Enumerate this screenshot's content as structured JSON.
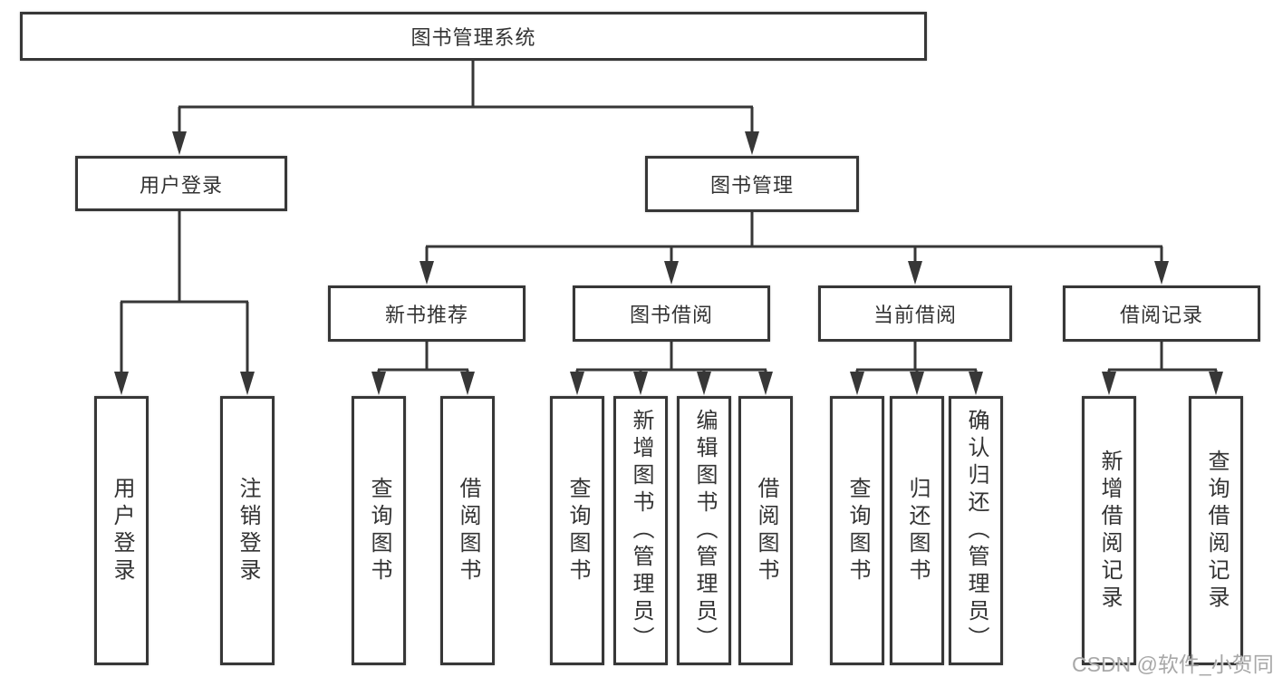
{
  "diagram": {
    "colors": {
      "line": "#373737",
      "text": "#333333",
      "box_fill": "#ffffff",
      "watermark": "#a8a8a8",
      "background": "#ffffff"
    },
    "root": {
      "label": "图书管理系统"
    },
    "level2": [
      {
        "label": "用户登录"
      },
      {
        "label": "图书管理"
      }
    ],
    "level3": [
      {
        "label": "新书推荐",
        "parent": "图书管理"
      },
      {
        "label": "图书借阅",
        "parent": "图书管理"
      },
      {
        "label": "当前借阅",
        "parent": "图书管理"
      },
      {
        "label": "借阅记录",
        "parent": "图书管理"
      }
    ],
    "leaves": [
      {
        "label": "用户登录",
        "parent": "用户登录"
      },
      {
        "label": "注销登录",
        "parent": "用户登录"
      },
      {
        "label": "查询图书",
        "parent": "新书推荐"
      },
      {
        "label": "借阅图书",
        "parent": "新书推荐"
      },
      {
        "label": "查询图书",
        "parent": "图书借阅"
      },
      {
        "label": "新增图书（管理员）",
        "parent": "图书借阅"
      },
      {
        "label": "编辑图书（管理员）",
        "parent": "图书借阅"
      },
      {
        "label": "借阅图书",
        "parent": "图书借阅"
      },
      {
        "label": "查询图书",
        "parent": "当前借阅"
      },
      {
        "label": "归还图书",
        "parent": "当前借阅"
      },
      {
        "label": "确认归还（管理员）",
        "parent": "当前借阅"
      },
      {
        "label": "新增借阅记录",
        "parent": "借阅记录"
      },
      {
        "label": "查询借阅记录",
        "parent": "借阅记录"
      }
    ],
    "watermark": "CSDN @软件_小贺同学"
  }
}
